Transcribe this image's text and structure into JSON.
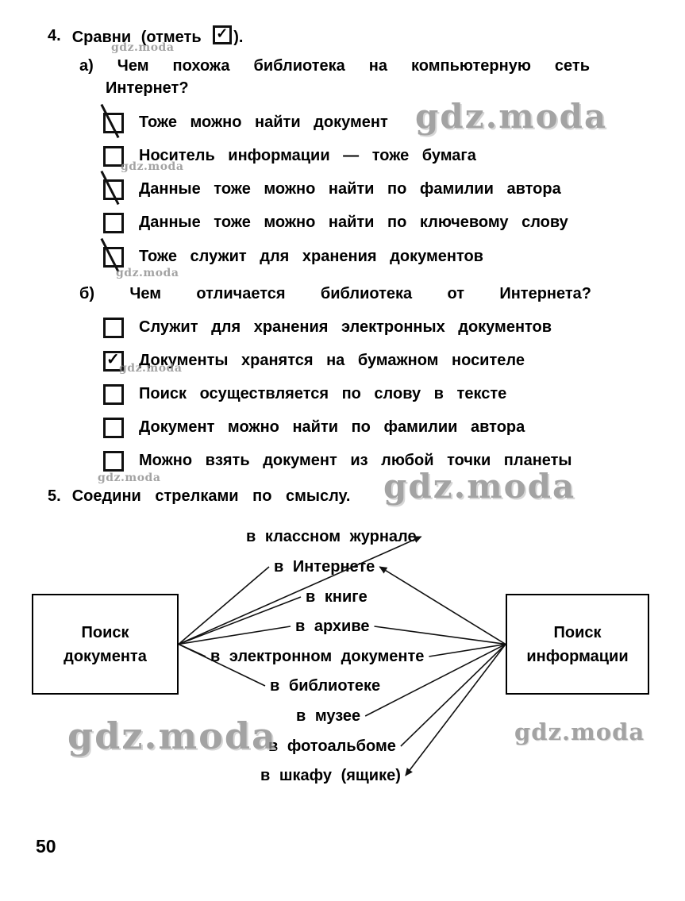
{
  "icons": {
    "check": "✓"
  },
  "watermark": {
    "text": "gdz.moda"
  },
  "page_number": "50",
  "task4": {
    "number": "4.",
    "title_before": "Сравни (отметь",
    "title_after": ").",
    "a": {
      "question_line1": "а) Чем похожа библиотека на компьютерную сеть",
      "question_line2": "Интернет?",
      "items": [
        {
          "label": "Тоже можно найти документ",
          "mark": "slash"
        },
        {
          "label": "Носитель информации — тоже бумага",
          "mark": "none"
        },
        {
          "label": "Данные тоже можно найти по фамилии автора",
          "mark": "slash"
        },
        {
          "label": "Данные тоже можно найти по ключевому слову",
          "mark": "none"
        },
        {
          "label": "Тоже служит для хранения документов",
          "mark": "slash"
        }
      ]
    },
    "b": {
      "question": "б) Чем отличается библиотека от Интернета?",
      "items": [
        {
          "label": "Служит для хранения электронных документов",
          "mark": "none"
        },
        {
          "label": "Документы хранятся на бумажном носителе",
          "mark": "check"
        },
        {
          "label": "Поиск осуществляется по слову в тексте",
          "mark": "none"
        },
        {
          "label": "Документ можно найти по фамилии автора",
          "mark": "none"
        },
        {
          "label": "Можно взять документ из любой точки планеты",
          "mark": "none"
        }
      ]
    }
  },
  "task5": {
    "number": "5.",
    "title": "Соедини стрелками по смыслу.",
    "left_box_label": "Поиск документа",
    "right_box_label": "Поиск информации",
    "phrases": [
      "в классном журнале",
      "в Интернете",
      "в книге",
      "в архиве",
      "в электронном документе",
      "в библиотеке",
      "в музее",
      "в фотоальбоме",
      "в шкафу (ящике)"
    ],
    "connections": [
      {
        "from": "task5-box-document",
        "phrase": 0,
        "end": "right",
        "arrow": true
      },
      {
        "from": "task5-box-document",
        "phrase": 1,
        "end": "left",
        "arrow": false
      },
      {
        "from": "task5-box-document",
        "phrase": 2,
        "end": "left",
        "arrow": false
      },
      {
        "from": "task5-box-document",
        "phrase": 3,
        "end": "left",
        "arrow": false
      },
      {
        "from": "task5-box-document",
        "phrase": 4,
        "end": "left",
        "arrow": false
      },
      {
        "from": "task5-box-document",
        "phrase": 5,
        "end": "left",
        "arrow": false
      },
      {
        "from": "task5-box-information",
        "phrase": 1,
        "end": "right",
        "arrow": true
      },
      {
        "from": "task5-box-information",
        "phrase": 3,
        "end": "right",
        "arrow": false
      },
      {
        "from": "task5-box-information",
        "phrase": 4,
        "end": "right",
        "arrow": false
      },
      {
        "from": "task5-box-information",
        "phrase": 6,
        "end": "right",
        "arrow": false
      },
      {
        "from": "task5-box-information",
        "phrase": 7,
        "end": "right",
        "arrow": false
      },
      {
        "from": "task5-box-information",
        "phrase": 8,
        "end": "right",
        "arrow": true
      }
    ]
  }
}
